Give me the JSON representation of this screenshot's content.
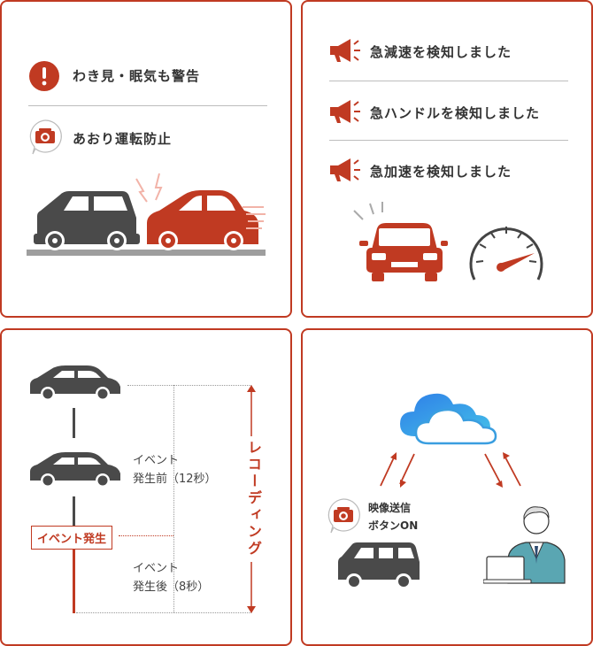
{
  "panel1": {
    "warning_label": "わき見・眠気も警告",
    "tailgating_label": "あおり運転防止"
  },
  "panel2": {
    "items": [
      {
        "label": "急減速を検知しました"
      },
      {
        "label": "急ハンドルを検知しました"
      },
      {
        "label": "急加速を検知しました"
      }
    ]
  },
  "panel3": {
    "before_label_line1": "イベント",
    "before_label_line2": "発生前（12秒）",
    "event_label": "イベント発生",
    "after_label_line1": "イベント",
    "after_label_line2": "発生後（8秒）",
    "recording_label": "レコーディング"
  },
  "panel4": {
    "button_label_line1": "映像送信",
    "button_label_line2": "ボタンON"
  },
  "colors": {
    "accent": "#c03a22",
    "car_gray": "#4a4a4a",
    "cloud_blue": "#3a8de0"
  }
}
